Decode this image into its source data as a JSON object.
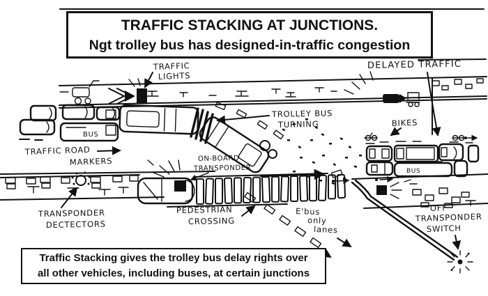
{
  "title": {
    "line1": "TRAFFIC STACKING AT JUNCTIONS.",
    "line2": "Ngt trolley bus has designed-in-traffic congestion"
  },
  "footer": {
    "line1": "Traffic Stacking gives the trolley bus delay rights over",
    "line2": "all other vehicles, including buses, at certain junctions"
  },
  "annotations": {
    "traffic_lights": {
      "line1": "TRAFFIC",
      "line2": "LIGHTS"
    },
    "delayed_traffic": {
      "line1": "DELAYED TRAFFIC"
    },
    "trolley_bus_turning": {
      "line1": "TROLLEY BUS",
      "line2": "TURNING"
    },
    "bikes": {
      "line1": "BIKES"
    },
    "on_board_transponder": {
      "line1": "ON-BOARD",
      "line2": "TRANSPONDER"
    },
    "traffic_road_markers": {
      "line1": "TRAFFIC ROAD",
      "line2": "MARKERS"
    },
    "transponder_dectectors": {
      "line1": "TRANSPONDER",
      "line2": "DECTECTORS"
    },
    "pedestrian_crossing": {
      "line1": "PEDESTRIAN",
      "line2": "CROSSING"
    },
    "ebus_only_lanes": {
      "line1": "E'bus",
      "line2": "only",
      "line3": "lanes"
    },
    "off_transponder_switch": {
      "line1": "OFF",
      "line2": "TRANSPONDER",
      "line3": "SWITCH"
    }
  },
  "vehicle_labels": {
    "left_bus": "BUS",
    "right_bus": "BUS"
  },
  "colors": {
    "ink": "#111111",
    "paper": "#ffffff"
  }
}
